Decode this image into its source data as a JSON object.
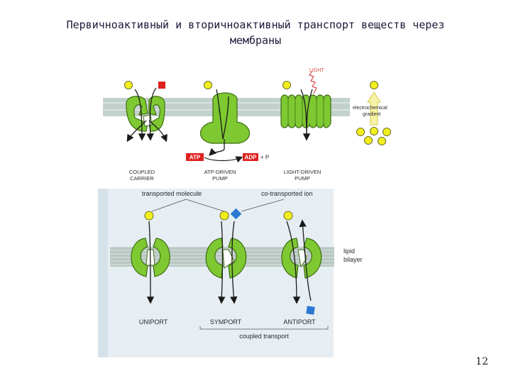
{
  "title": {
    "line1": "Первичноактивный и вторичноактивный транспорт веществ через",
    "line2": "мембраны"
  },
  "top_panel": {
    "light_label": "LIGHT",
    "gradient_label_line1": "electrochemical",
    "gradient_label_line2": "gradient",
    "atp_label": "ATP",
    "adp_label": "ADP",
    "phosphate_label": "+ P",
    "coupled_carrier_line1": "COUPLED",
    "coupled_carrier_line2": "CARRIER",
    "atp_pump_line1": "ATP-DRIVEN",
    "atp_pump_line2": "PUMP",
    "light_pump_line1": "LIGHT-DRIVEN",
    "light_pump_line2": "PUMP"
  },
  "bottom_panel": {
    "transported_molecule": "transported molecule",
    "co_transported_ion": "co-transported ion",
    "lipid_line1": "lipid",
    "lipid_line2": "bilayer",
    "uniport": "UNIPORT",
    "symport": "SYMPORT",
    "antiport": "ANTIPORT",
    "coupled_transport": "coupled transport"
  },
  "colors": {
    "protein_green": "#7ec832",
    "protein_outline": "#3d6e12",
    "molecule_yellow": "#f2ee1e",
    "ion_blue": "#2a78d2",
    "atp_red": "#e0201e",
    "membrane_gray": "#b9c7c2",
    "panel_blue": "#e6eef3"
  },
  "page_number": "12"
}
